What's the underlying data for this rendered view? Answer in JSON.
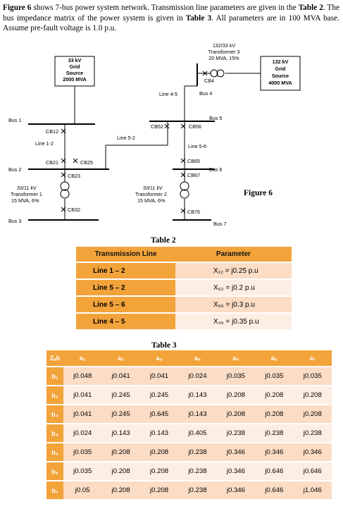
{
  "intro": {
    "t1": "Figure 6",
    "t2": " shows 7-bus power system network. Transmission line parameters are given in the ",
    "t3": "Table 2",
    "t4": ". The bus impedance matrix of the power system is given in ",
    "t5": "Table 3",
    "t6": ". All parameters are in 100 MVA base. Assume pre-fault voltage is 1.0 p.u."
  },
  "figure": {
    "caption": "Figure 6",
    "source1": [
      "33 kV",
      "Grid",
      "Source",
      "2000 MVA"
    ],
    "source2": [
      "132 kV",
      "Grid",
      "Source",
      "4000 MVA"
    ],
    "tx3": [
      "132/33 kV",
      "Transformer 3",
      "20 MVA, 15%"
    ],
    "tx1": [
      "33/11 kV",
      "Transformer 1",
      "15 MVA, 6%"
    ],
    "tx2": [
      "33/11 kV",
      "Transformer 2",
      "15 MVA, 6%"
    ],
    "buses": {
      "b1": "Bus 1",
      "b2": "Bus 2",
      "b3": "Bus 3",
      "b4": "Bus 4",
      "b5": "Bus 5",
      "b6": "Bus 6",
      "b7": "Bus 7"
    },
    "lines": {
      "l12": "Line 1-2",
      "l52": "Line 5-2",
      "l56": "Line 5-6",
      "l45": "Line 4-5"
    },
    "breakers": {
      "cb12": "CB12",
      "cb21": "CB21",
      "cb25": "CB25",
      "cb23": "CB23",
      "cb32": "CB32",
      "cb52": "CB52",
      "cb56": "CB56",
      "cb65": "CB65",
      "cb67": "CB67",
      "cb76": "CB76",
      "cb4": "CB4"
    }
  },
  "table2": {
    "caption": "Table 2",
    "headers": [
      "Transmission Line",
      "Parameter"
    ],
    "rows": [
      [
        "Line 1 – 2",
        "X₁₂ = j0.25 p.u"
      ],
      [
        "Line 5 – 2",
        "X₅₂ = j0.2 p.u"
      ],
      [
        "Line 5 – 6",
        "X₅₆ = j0.3 p.u"
      ],
      [
        "Line 4 – 5",
        "X₄₅ = j0.35 p.u"
      ]
    ]
  },
  "table3": {
    "caption": "Table 3",
    "corner": "Zₐb",
    "headers": [
      "a₁",
      "a₂",
      "a₃",
      "a₄",
      "a₅",
      "a₆",
      "a₇"
    ],
    "rows": [
      {
        "label": "b₁",
        "values": [
          "j0.048",
          "j0.041",
          "j0.041",
          "j0.024",
          "j0.035",
          "j0.035",
          "j0.035"
        ]
      },
      {
        "label": "b₂",
        "values": [
          "j0.041",
          "j0.245",
          "j0.245",
          "j0.143",
          "j0.208",
          "j0.208",
          "j0.208"
        ]
      },
      {
        "label": "b₃",
        "values": [
          "j0.041",
          "j0.245",
          "j0.645",
          "j0.143",
          "j0.208",
          "j0.208",
          "j0.208"
        ]
      },
      {
        "label": "b₄",
        "values": [
          "j0.024",
          "j0.143",
          "j0.143",
          "j0.405",
          "j0.238",
          "j0.238",
          "j0.238"
        ]
      },
      {
        "label": "b₅",
        "values": [
          "j0.035",
          "j0.208",
          "j0.208",
          "j0.238",
          "j0.346",
          "j0.346",
          "j0.346"
        ]
      },
      {
        "label": "b₆",
        "values": [
          "j0.035",
          "j0.208",
          "j0.208",
          "j0.238",
          "j0.346",
          "j0.646",
          "j0.646"
        ]
      },
      {
        "label": "b₇",
        "values": [
          "j0.05",
          "j0.208",
          "j0.208",
          "j0.238",
          "j0.346",
          "j0.646",
          "j1.046"
        ]
      }
    ]
  },
  "colors": {
    "header": "#f2a33a",
    "rowOdd": "#fbdcc4",
    "rowEven": "#fdeee3"
  }
}
